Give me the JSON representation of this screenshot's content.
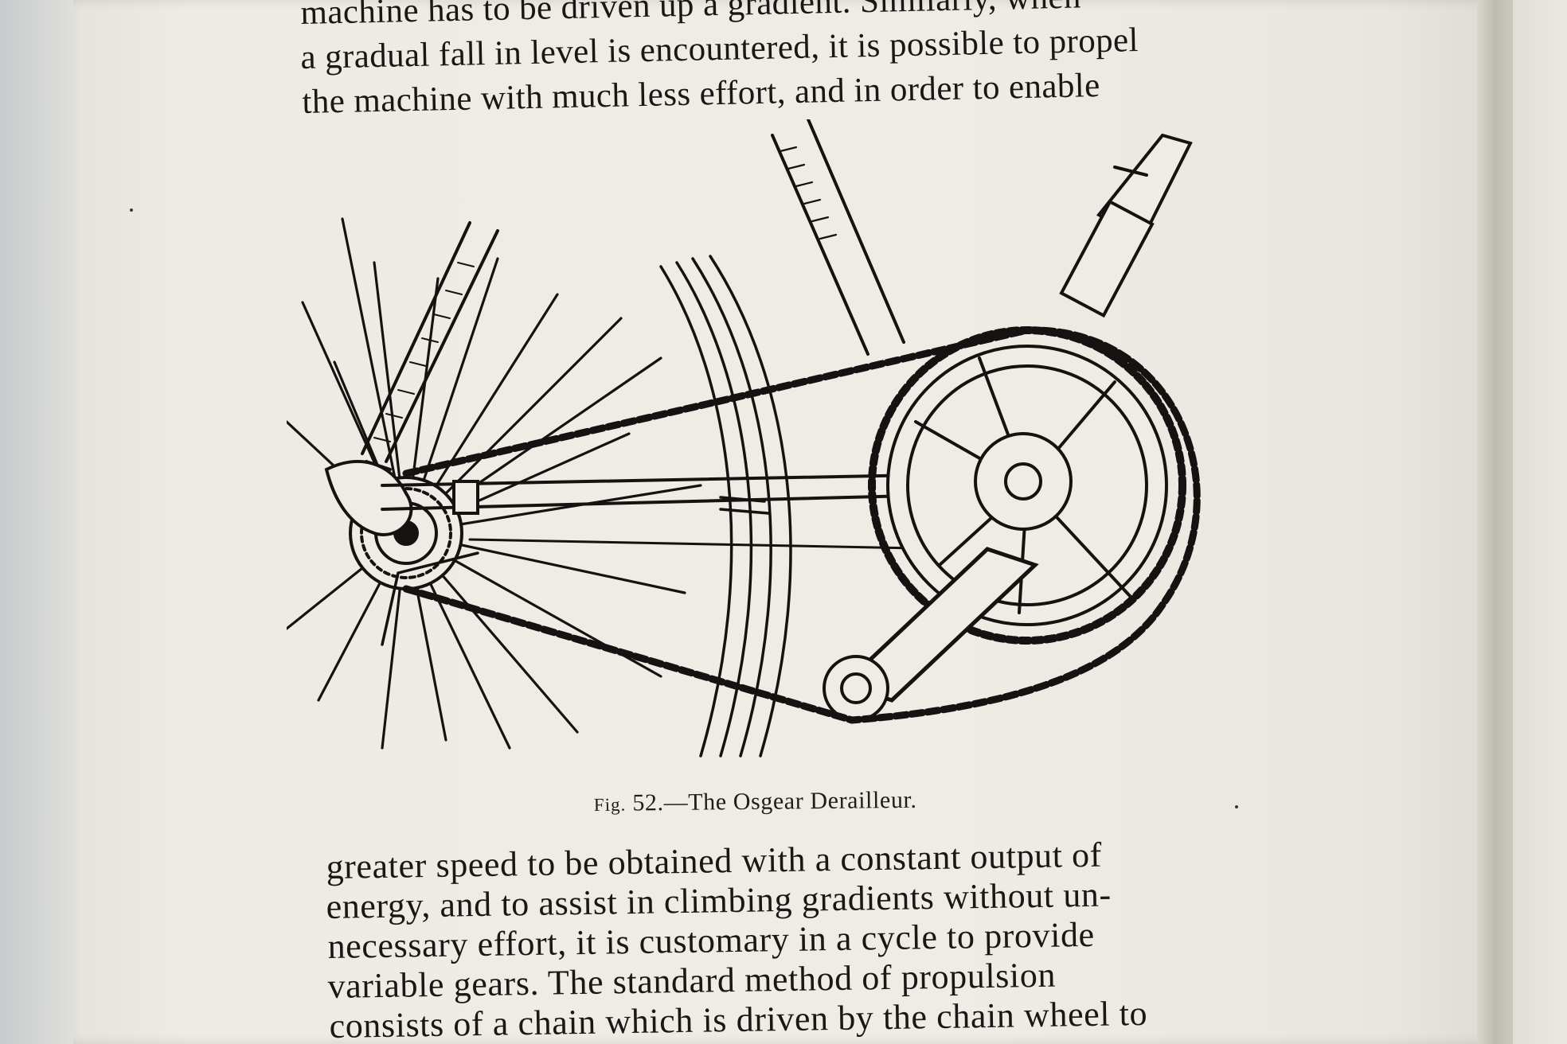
{
  "page": {
    "body_top": [
      "machine has to be driven up a gradient.  Similarly, when",
      "a gradual fall in level is encountered, it is possible to propel",
      "the machine with much less effort, and in order to enable"
    ],
    "figure": {
      "caption_prefix": "Fig.",
      "caption_text": " 52.—The Osgear Derailleur."
    },
    "body_bottom": [
      "greater speed to be obtained with a constant output of",
      "energy, and to assist in climbing gradients without un-",
      "necessary effort, it is customary in a cycle to provide",
      "variable gears.  The standard method of propulsion",
      "consists of a chain which is driven by the chain wheel to"
    ]
  },
  "colors": {
    "paper": "#efece5",
    "ink": "#1a1816",
    "background": "#cfd0cd"
  }
}
